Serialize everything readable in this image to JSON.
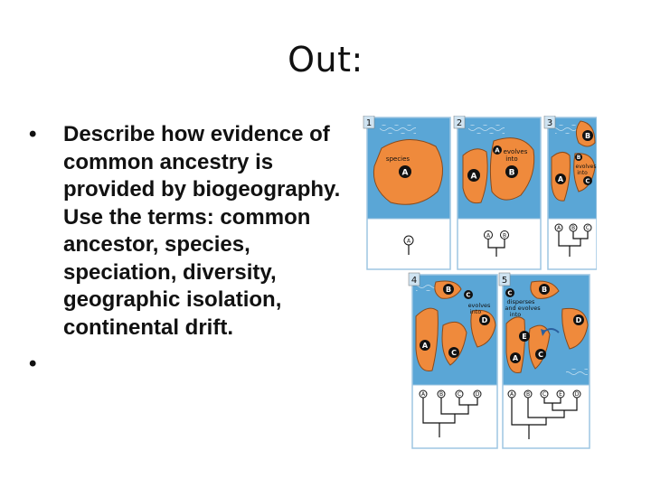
{
  "slide": {
    "title": "Out:",
    "bullets": [
      "Describe how evidence of common ancestry is provided by biogeography.  Use the terms:  common ancestor, species, speciation, diversity, geographic isolation, continental drift.",
      ""
    ],
    "bullet_symbol": "•"
  },
  "figure": {
    "panel_numbers": [
      "1",
      "2",
      "3",
      "4",
      "5"
    ],
    "panel1": {
      "label": "species",
      "species": "A",
      "tree_tips": [
        "A"
      ]
    },
    "panel2": {
      "species": [
        "A",
        "B"
      ],
      "caption_line1": "evolves",
      "caption_line2": "into",
      "tree_tips": [
        "A",
        "B"
      ]
    },
    "panel3": {
      "species": [
        "B",
        "A",
        "C"
      ],
      "caption_line1": "evolves",
      "caption_line2": "into",
      "tree_tips": [
        "A",
        "B",
        "C"
      ]
    },
    "panel4": {
      "species": [
        "B",
        "C",
        "D",
        "A",
        "C"
      ],
      "caption_line1": "evolves",
      "caption_line2": "into",
      "tree_tips": [
        "A",
        "B",
        "C",
        "D"
      ]
    },
    "panel5": {
      "species": [
        "C",
        "B",
        "D",
        "E",
        "A",
        "C"
      ],
      "caption_line1": "disperses",
      "caption_line2": "and evolves",
      "caption_line3": "into",
      "tree_tips": [
        "A",
        "B",
        "C",
        "E",
        "D"
      ]
    },
    "colors": {
      "ocean": "#5aa6d6",
      "land": "#ef8a3c",
      "land_stroke": "#8a4a1a",
      "panel_border": "#9ec6e2",
      "number_box": "#cfe3f1",
      "tree": "#111111"
    }
  }
}
